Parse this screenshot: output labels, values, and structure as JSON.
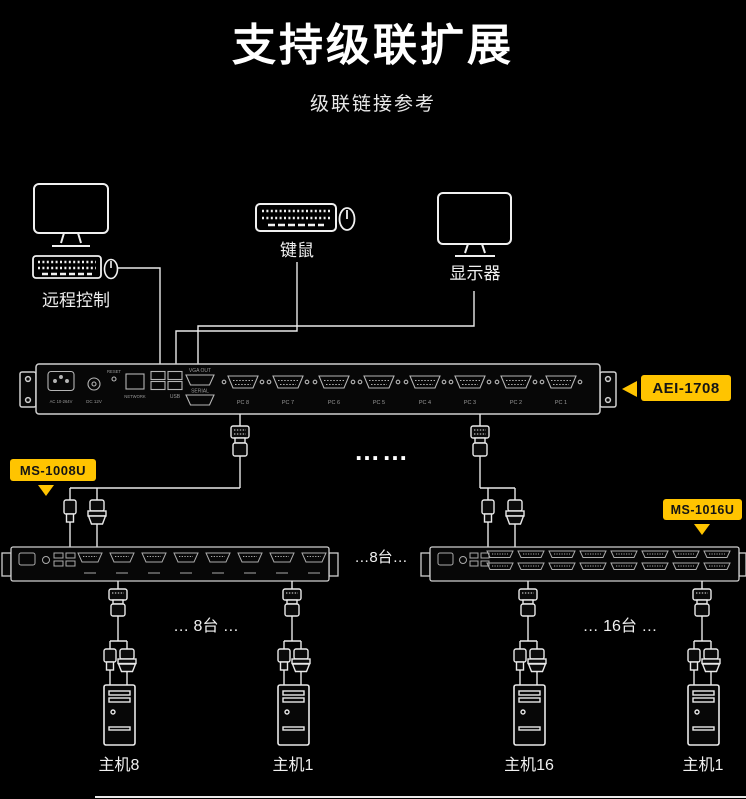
{
  "title": "支持级联扩展",
  "subtitle": "级联链接参考",
  "peripherals": {
    "remote_label": "远程控制",
    "keyboard_mouse_label": "键鼠",
    "monitor_label": "显示器"
  },
  "main_switch": {
    "badge": "AEI-1708",
    "labels": {
      "ac": "AC 10-264V",
      "dc": "DC 12V",
      "reset": "RESET",
      "network": "NETWORK",
      "usb": "USB",
      "vga_out": "VGA OUT",
      "serial": "SERIAL"
    },
    "ports": [
      "PC 8",
      "PC 7",
      "PC 6",
      "PC 5",
      "PC 4",
      "PC 3",
      "PC 2",
      "PC 1"
    ]
  },
  "cascade": {
    "left_badge": "MS-1008U",
    "right_badge": "MS-1016U",
    "between_text": "…8台…",
    "trunk_ellipsis": "……"
  },
  "groups": {
    "left_count_text": "… 8台 …",
    "right_count_text": "… 16台 …",
    "left_host_a": "主机8",
    "left_host_b": "主机1",
    "right_host_a": "主机16",
    "right_host_b": "主机1"
  },
  "colors": {
    "background": "#000000",
    "accent": "#ffc400",
    "line": "#ffffff"
  }
}
